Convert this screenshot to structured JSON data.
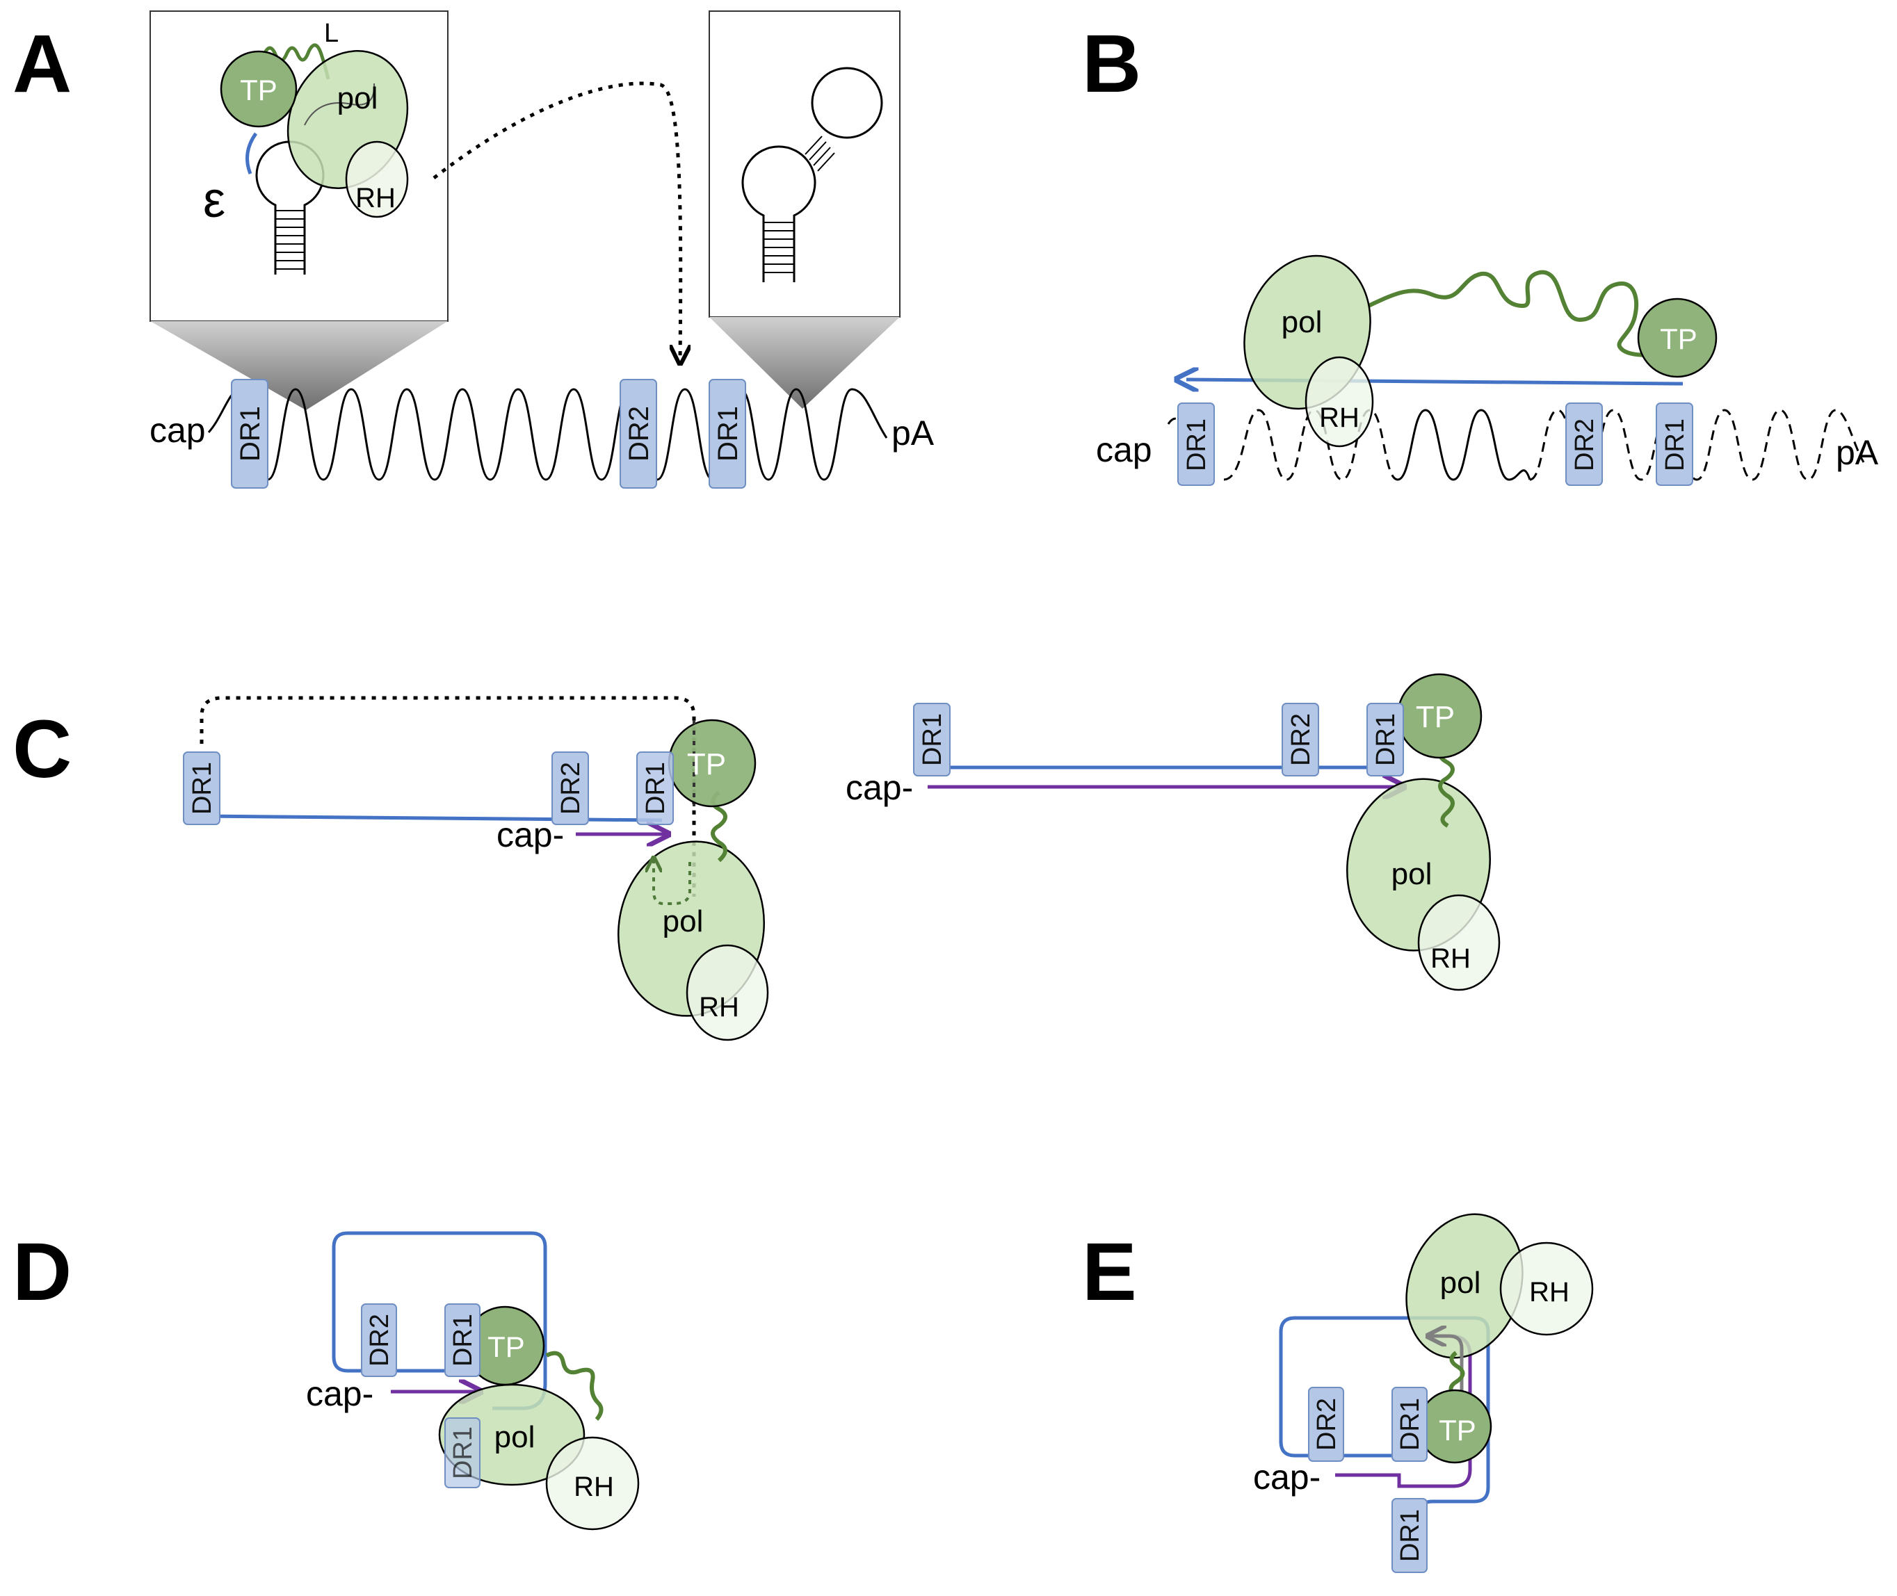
{
  "panels": {
    "a": "A",
    "b": "B",
    "c": "C",
    "d": "D",
    "e": "E"
  },
  "labels": {
    "cap": "cap",
    "cap_dash": "cap-",
    "pA": "pA",
    "dr1": "DR1",
    "dr2": "DR2",
    "tp": "TP",
    "pol": "pol",
    "rh": "RH",
    "linker": "L",
    "epsilon": "ε"
  },
  "colors": {
    "dr_fill": "#b4c7e7",
    "dr_stroke": "#6f8fc3",
    "tp_fill": "#8fb37b",
    "pol_fill": "#c5e0b4",
    "rh_fill": "#eef6e8",
    "linker": "#548235",
    "minus_strand": "#4472c4",
    "plus_strand": "#7030a0",
    "outline": "#000000"
  }
}
